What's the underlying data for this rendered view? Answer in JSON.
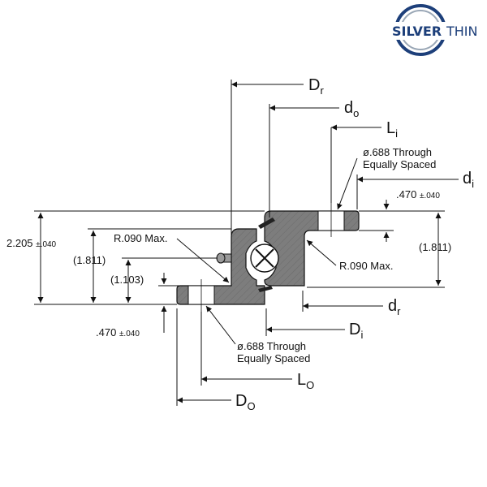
{
  "brand": {
    "name_bold": "SILVER",
    "name_light": "THIN",
    "color_primary": "#1d3f7a",
    "color_accent": "#9aa7b6"
  },
  "colors": {
    "section_fill": "#7d7d7d",
    "line": "#111111"
  },
  "dimensions": {
    "Dr": {
      "main": "D",
      "sub": "r"
    },
    "do": {
      "main": "d",
      "sub": "o"
    },
    "Li": {
      "main": "L",
      "sub": "i"
    },
    "di": {
      "main": "d",
      "sub": "i"
    },
    "dr": {
      "main": "d",
      "sub": "r"
    },
    "Di": {
      "main": "D",
      "sub": "i"
    },
    "Lo": {
      "main": "L",
      "sub": "O"
    },
    "Do": {
      "main": "D",
      "sub": "O"
    },
    "overall_height": {
      "value": "2.205",
      "tol": "±.040"
    },
    "inner_height_right": "(1.811)",
    "inner_height_left": "(1.811)",
    "ball_center": "(1.103)",
    "flange_right": {
      "value": ".470",
      "tol": "±.040"
    },
    "flange_left": {
      "value": ".470",
      "tol": "±.040"
    }
  },
  "notes": {
    "hole_top_line1": "ø.688 Through",
    "hole_top_line2": "Equally Spaced",
    "hole_bottom_line1": "ø.688 Through",
    "hole_bottom_line2": "Equally Spaced",
    "radius_left": "R.090 Max.",
    "radius_right": "R.090 Max."
  }
}
